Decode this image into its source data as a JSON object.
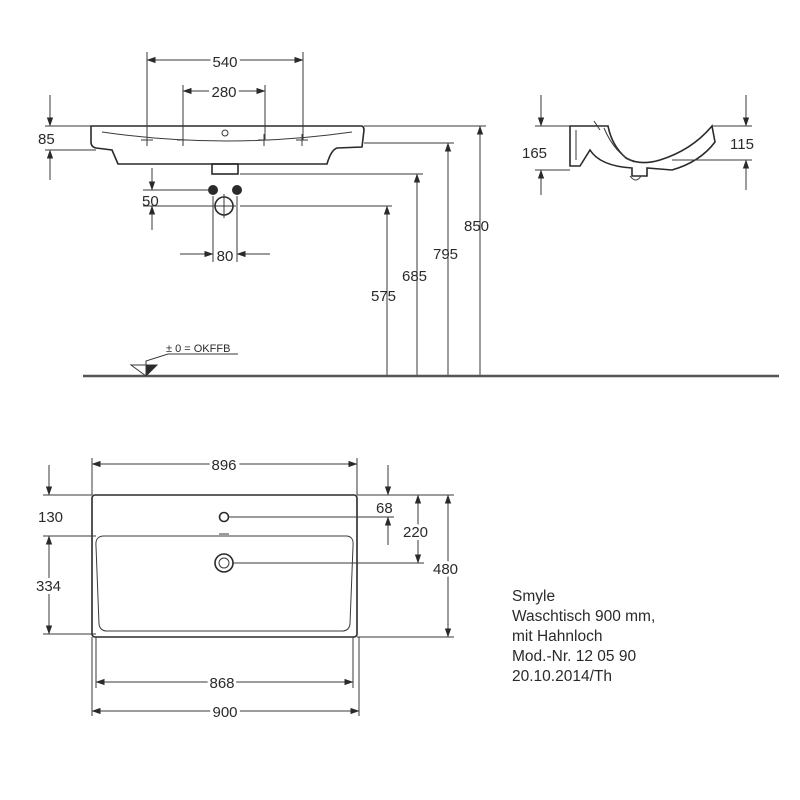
{
  "front_view": {
    "dims": {
      "tap_spacing_outer": "540",
      "tap_spacing_inner": "280",
      "rim_height": "85",
      "waste_offset": "50",
      "waste_width": "80",
      "height_575": "575",
      "height_685": "685",
      "height_795": "795",
      "height_850": "850"
    },
    "floor_label": "± 0 = OKFFB"
  },
  "side_view": {
    "dims": {
      "depth_165": "165",
      "depth_115": "115"
    }
  },
  "top_view": {
    "dims": {
      "width_896": "896",
      "width_868": "868",
      "width_900": "900",
      "rim_130": "130",
      "bowl_334": "334",
      "tap_hole_68": "68",
      "drain_220": "220",
      "depth_480": "480"
    }
  },
  "info": {
    "product": "Smyle",
    "description": "Waschtisch 900 mm,",
    "feature": "mit Hahnloch",
    "model": "Mod.-Nr. 12 05 90",
    "date": "20.10.2014/Th"
  }
}
